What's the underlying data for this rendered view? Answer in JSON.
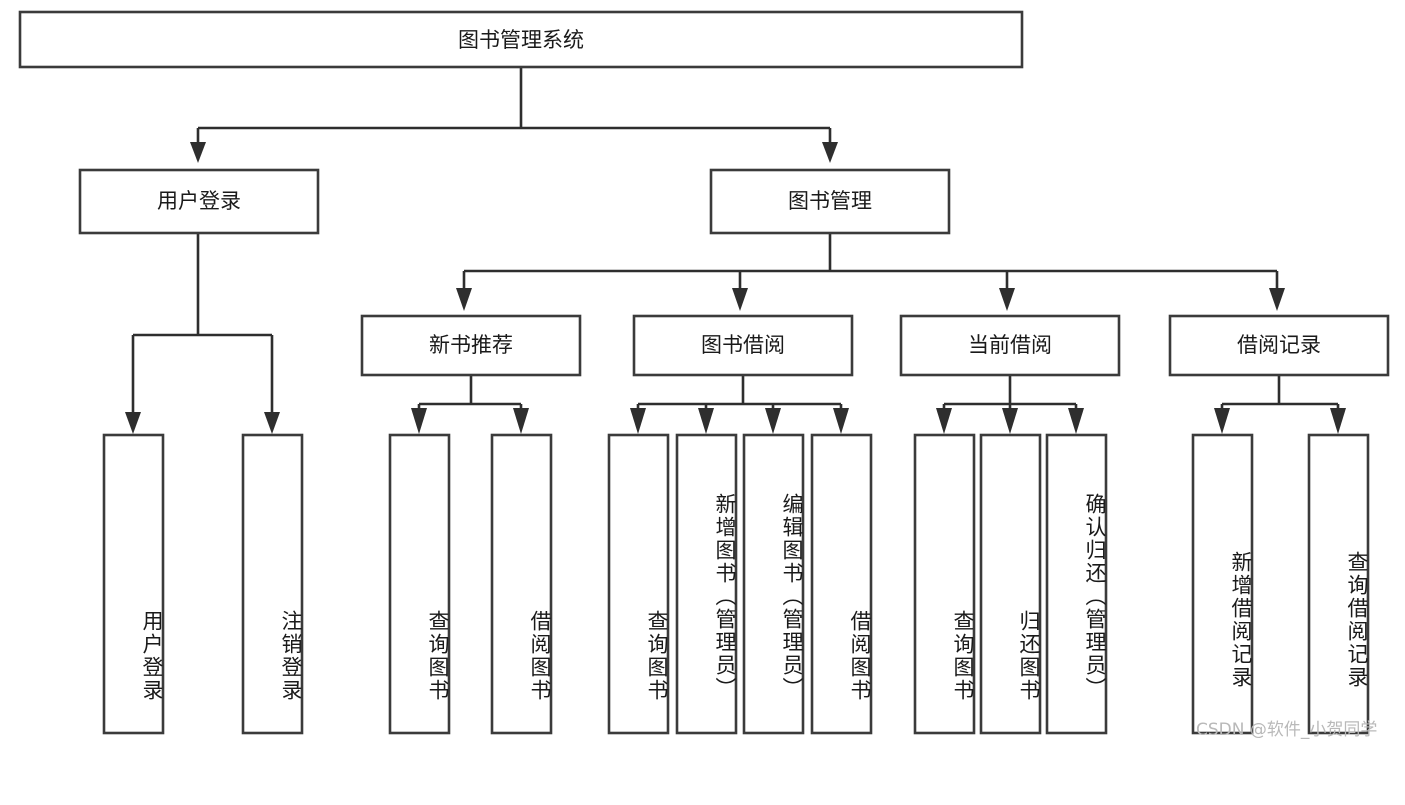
{
  "diagram": {
    "type": "tree-hierarchy",
    "title": "图书管理系统",
    "root": {
      "label": "图书管理系统"
    },
    "level2": [
      {
        "label": "用户登录"
      },
      {
        "label": "图书管理"
      }
    ],
    "level3": [
      {
        "label": "新书推荐"
      },
      {
        "label": "图书借阅"
      },
      {
        "label": "当前借阅"
      },
      {
        "label": "借阅记录"
      }
    ],
    "leaves": {
      "user_login": [
        {
          "label": "用户登录"
        },
        {
          "label": "注销登录"
        }
      ],
      "new_book_recommend": [
        {
          "label": "查询图书"
        },
        {
          "label": "借阅图书"
        }
      ],
      "book_borrow": [
        {
          "label": "查询图书"
        },
        {
          "label": "新增图书（管理员）"
        },
        {
          "label": "编辑图书（管理员）"
        },
        {
          "label": "借阅图书"
        }
      ],
      "current_borrow": [
        {
          "label": "查询图书"
        },
        {
          "label": "归还图书"
        },
        {
          "label": "确认归还（管理员）"
        }
      ],
      "borrow_record": [
        {
          "label": "新增借阅记录"
        },
        {
          "label": "查询借阅记录"
        }
      ]
    }
  },
  "watermark": {
    "text": "CSDN @软件_小贺同学"
  },
  "colors": {
    "box_border": "#3b3b3b",
    "connector": "#2e2e2e",
    "text": "#1a1a1a",
    "background": "#ffffff",
    "watermark": "#b9b9b9"
  }
}
